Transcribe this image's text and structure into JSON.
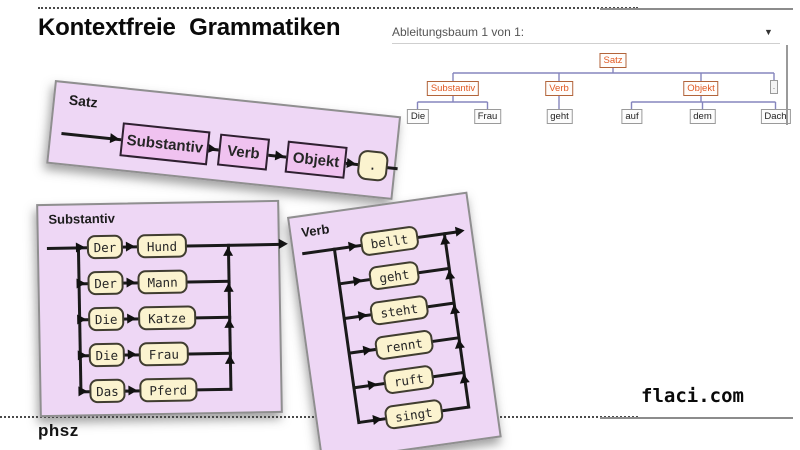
{
  "page": {
    "title": "Kontextfreie Grammatiken",
    "footer_left": "phsz",
    "brand": "flaci.com"
  },
  "icons": {
    "caret_down": "▼"
  },
  "tree": {
    "header": "Ableitungsbaum 1 von 1:",
    "root": "Satz",
    "children": [
      "Substantiv",
      "Verb",
      "Objekt",
      "."
    ],
    "leaves": [
      "Die",
      "Frau",
      "geht",
      "auf",
      "dem",
      "Dach"
    ]
  },
  "diagrams": {
    "satz": {
      "label": "Satz",
      "steps": [
        "Substantiv",
        "Verb",
        "Objekt",
        "."
      ]
    },
    "substantiv": {
      "label": "Substantiv",
      "rows": [
        [
          "Der",
          "Hund"
        ],
        [
          "Der",
          "Mann"
        ],
        [
          "Die",
          "Katze"
        ],
        [
          "Die",
          "Frau"
        ],
        [
          "Das",
          "Pferd"
        ]
      ]
    },
    "verb": {
      "label": "Verb",
      "words": [
        "bellt",
        "geht",
        "steht",
        "rennt",
        "ruft",
        "singt"
      ]
    }
  },
  "colors": {
    "panel_fill": "#eed7f5",
    "nonterminal_fill": "#f0c2f0",
    "terminal_fill": "#fbf3cf",
    "diagram_line": "#1a1a1a",
    "tree_line": "#8585bd",
    "tree_nonterminal_text": "#e05a24"
  }
}
